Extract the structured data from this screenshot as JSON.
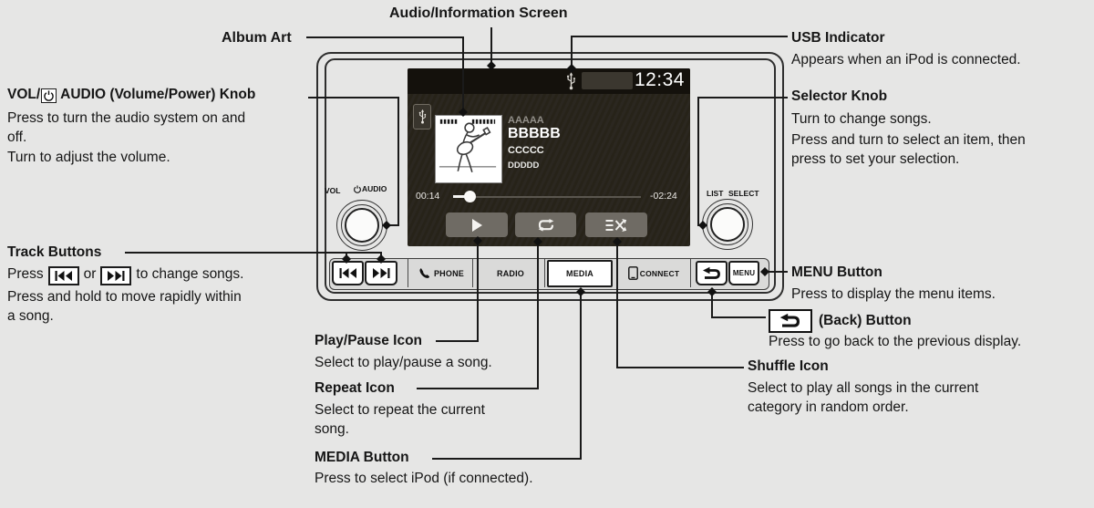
{
  "device": {
    "screen": {
      "clock": "12:34",
      "song": {
        "line1": "AAAAA",
        "line2": "BBBBB",
        "line3": "CCCCC",
        "line4": "DDDDD"
      },
      "progress": {
        "elapsed": "00:14",
        "remaining": "-02:24"
      }
    },
    "knobs": {
      "vol": "VOL",
      "audio": "AUDIO",
      "list": "LIST",
      "select": "SELECT"
    },
    "buttons": {
      "phone": "PHONE",
      "radio": "RADIO",
      "media": "MEDIA",
      "connect": "CONNECT",
      "menu": "MENU"
    }
  },
  "icons": {
    "usb_indicator": "usb-icon",
    "power": "power-icon",
    "previous_track": "previous-track-icon",
    "next_track": "next-track-icon",
    "phone": "phone-handset-icon",
    "connect": "smartphone-icon",
    "back": "back-arrow-icon",
    "play": "play-icon",
    "repeat": "repeat-icon",
    "shuffle": "shuffle-icon"
  },
  "colors": {
    "page_background": "#e6e6e5",
    "screen_background": "#28241d",
    "screen_topbar": "#14110c",
    "screen_button": "#6f6b64",
    "callout_line": "#1a1a1a"
  },
  "callouts": {
    "audio_screen": {
      "title": "Audio/Information Screen"
    },
    "album_art": {
      "title": "Album Art"
    },
    "usb": {
      "title": "USB Indicator",
      "lines": [
        "Appears when an iPod is connected."
      ]
    },
    "vol_knob": {
      "title_pre": "VOL/",
      "title_post": "AUDIO (Volume/Power) Knob",
      "lines": [
        "Press to turn the audio system on and",
        "off.",
        "Turn to adjust the volume."
      ]
    },
    "selector_knob": {
      "title": "Selector Knob",
      "lines": [
        "Turn to change songs.",
        "Press and turn to select an item, then",
        "press to set your selection."
      ]
    },
    "track_buttons": {
      "title": "Track Buttons",
      "line1_pre": "Press",
      "line1_mid": "or",
      "line1_post": "to change songs.",
      "lines": [
        "Press and hold to move rapidly within",
        "a song."
      ]
    },
    "menu_button": {
      "title": "MENU Button",
      "lines": [
        "Press to display the menu items."
      ]
    },
    "back_button": {
      "title": "(Back) Button",
      "lines": [
        "Press to go back to the previous display."
      ]
    },
    "shuffle": {
      "title": "Shuffle Icon",
      "lines": [
        "Select to play all songs in the current",
        "category in random order."
      ]
    },
    "play_pause": {
      "title": "Play/Pause Icon",
      "lines": [
        "Select to play/pause a song."
      ]
    },
    "repeat": {
      "title": "Repeat Icon",
      "lines": [
        "Select to repeat the current",
        "song."
      ]
    },
    "media_button": {
      "title": "MEDIA Button",
      "lines": [
        "Press to select iPod (if connected)."
      ]
    }
  }
}
